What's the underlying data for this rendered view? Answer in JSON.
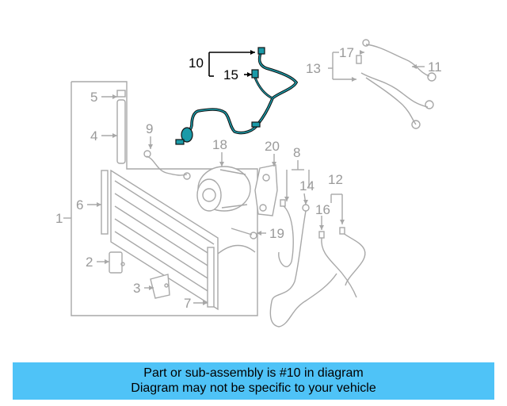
{
  "callouts": {
    "c1": "1",
    "c2": "2",
    "c3": "3",
    "c4": "4",
    "c5": "5",
    "c6": "6",
    "c7": "7",
    "c8": "8",
    "c9": "9",
    "c10": "10",
    "c11": "11",
    "c12": "12",
    "c13": "13",
    "c14": "14",
    "c15": "15",
    "c16": "16",
    "c17": "17",
    "c18": "18",
    "c19": "19",
    "c20": "20"
  },
  "highlighted_part": "10",
  "colors": {
    "highlight": "#1a9aa8",
    "banner": "#4fc3f7",
    "parts": "#a8a8a8"
  },
  "banner": {
    "line1": "Part or sub-assembly is #10 in diagram",
    "line2": "Diagram may not be specific to your vehicle"
  }
}
